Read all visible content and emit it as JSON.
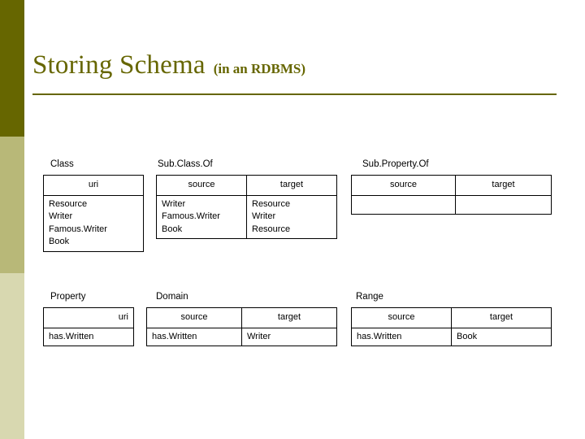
{
  "slide": {
    "title_main": "Storing Schema",
    "title_sub": "(in an RDBMS)"
  },
  "colors": {
    "accent": "#666600",
    "accent_mid": "#b8b878",
    "accent_pale": "#d8d8b0",
    "text": "#000000"
  },
  "tables": [
    {
      "label": "Class",
      "headers": [
        "uri"
      ],
      "rows": [
        [
          "Resource",
          "Writer",
          "Famous.Writer",
          "Book"
        ]
      ]
    },
    {
      "label": "Sub.Class.Of",
      "headers": [
        "source",
        "target"
      ],
      "rows": [
        [
          "Writer",
          "Famous.Writer",
          "Book"
        ],
        [
          "Resource",
          "Writer",
          "Resource"
        ]
      ]
    },
    {
      "label": "Sub.Property.Of",
      "headers": [
        "source",
        "target"
      ],
      "rows": [
        [
          ""
        ],
        [
          ""
        ]
      ]
    },
    {
      "label": "Property",
      "headers": [
        "uri"
      ],
      "rows": [
        [
          "has.Written"
        ]
      ]
    },
    {
      "label": "Domain",
      "headers": [
        "source",
        "target"
      ],
      "rows": [
        [
          "has.Written"
        ],
        [
          "Writer"
        ]
      ]
    },
    {
      "label": "Range",
      "headers": [
        "source",
        "target"
      ],
      "rows": [
        [
          "has.Written"
        ],
        [
          "Book"
        ]
      ]
    }
  ]
}
